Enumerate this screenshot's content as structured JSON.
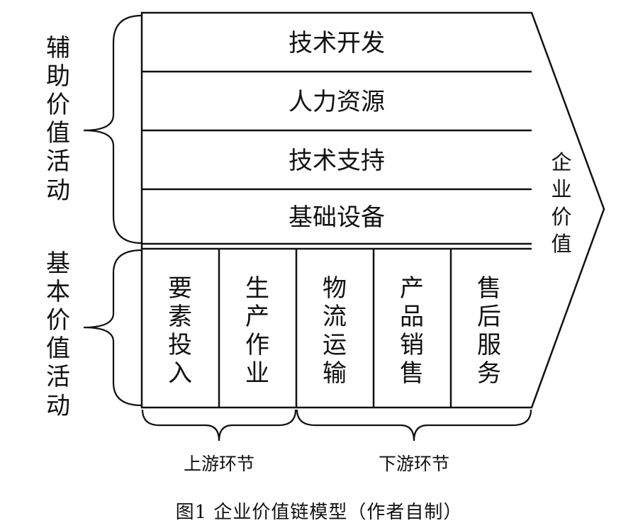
{
  "support": {
    "label": "辅助价值活动",
    "rows": [
      "技术开发",
      "人力资源",
      "技术支持",
      "基础设备"
    ]
  },
  "primary": {
    "label": "基本价值活动",
    "columns": [
      "要素投入",
      "生产作业",
      "物流运输",
      "产品销售",
      "售后服务"
    ]
  },
  "outcome": {
    "label": "企业价值"
  },
  "segments": {
    "upstream": "上游环节",
    "downstream": "下游环节"
  },
  "caption": "图1 企业价值链模型（作者自制）"
}
